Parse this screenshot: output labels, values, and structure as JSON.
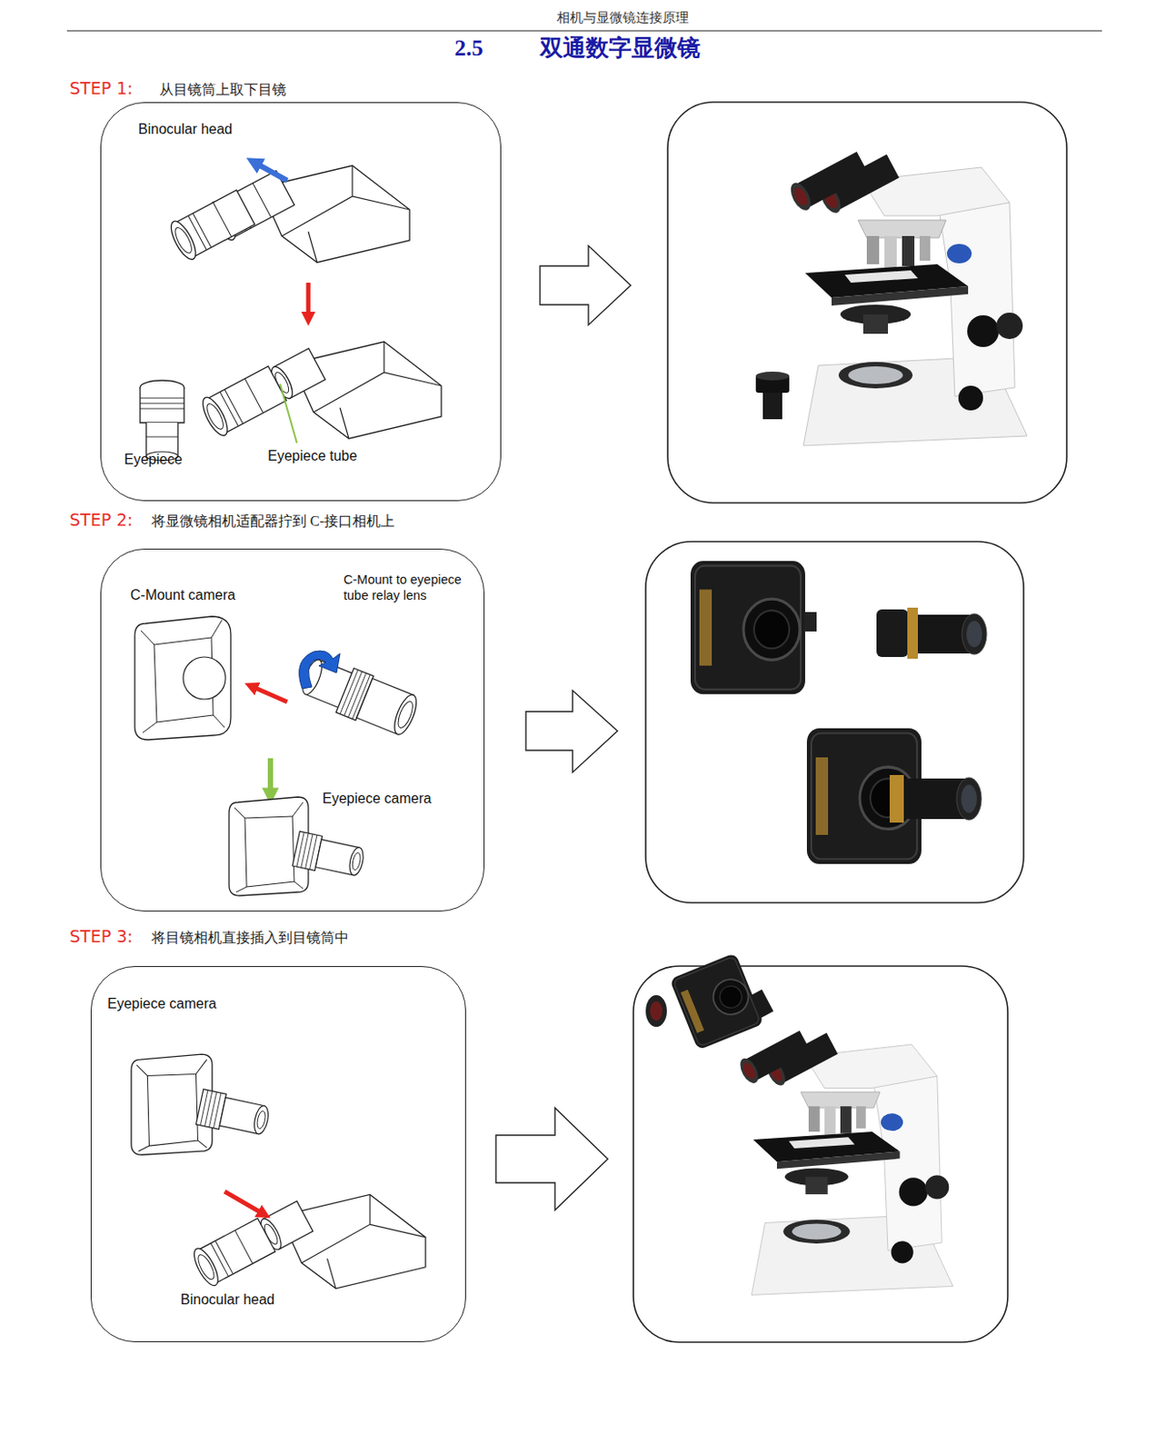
{
  "diagram": {
    "title": "2.5 双通数字显微镜",
    "nodes": [
      {
        "text": [
          "Binocular head",
          "Eyepiece",
          "Eyepiece tube"
        ]
      },
      {
        "text": [
          "C-Mount camera",
          "C-Mount to eyepiece tube relay lens",
          "Eyepiece camera"
        ]
      },
      {
        "text": [
          "Eyepiece camera",
          "Binocular head"
        ]
      }
    ],
    "labels": [
      "相机与显微镜连接原理",
      "STEP 1:",
      "从目镜筒上取下目镜",
      "STEP 2:",
      "将显微镜相机适配器拧到 C-接口相机上",
      "STEP 3:",
      "将目镜相机直接插入到目镜筒中"
    ]
  }
}
